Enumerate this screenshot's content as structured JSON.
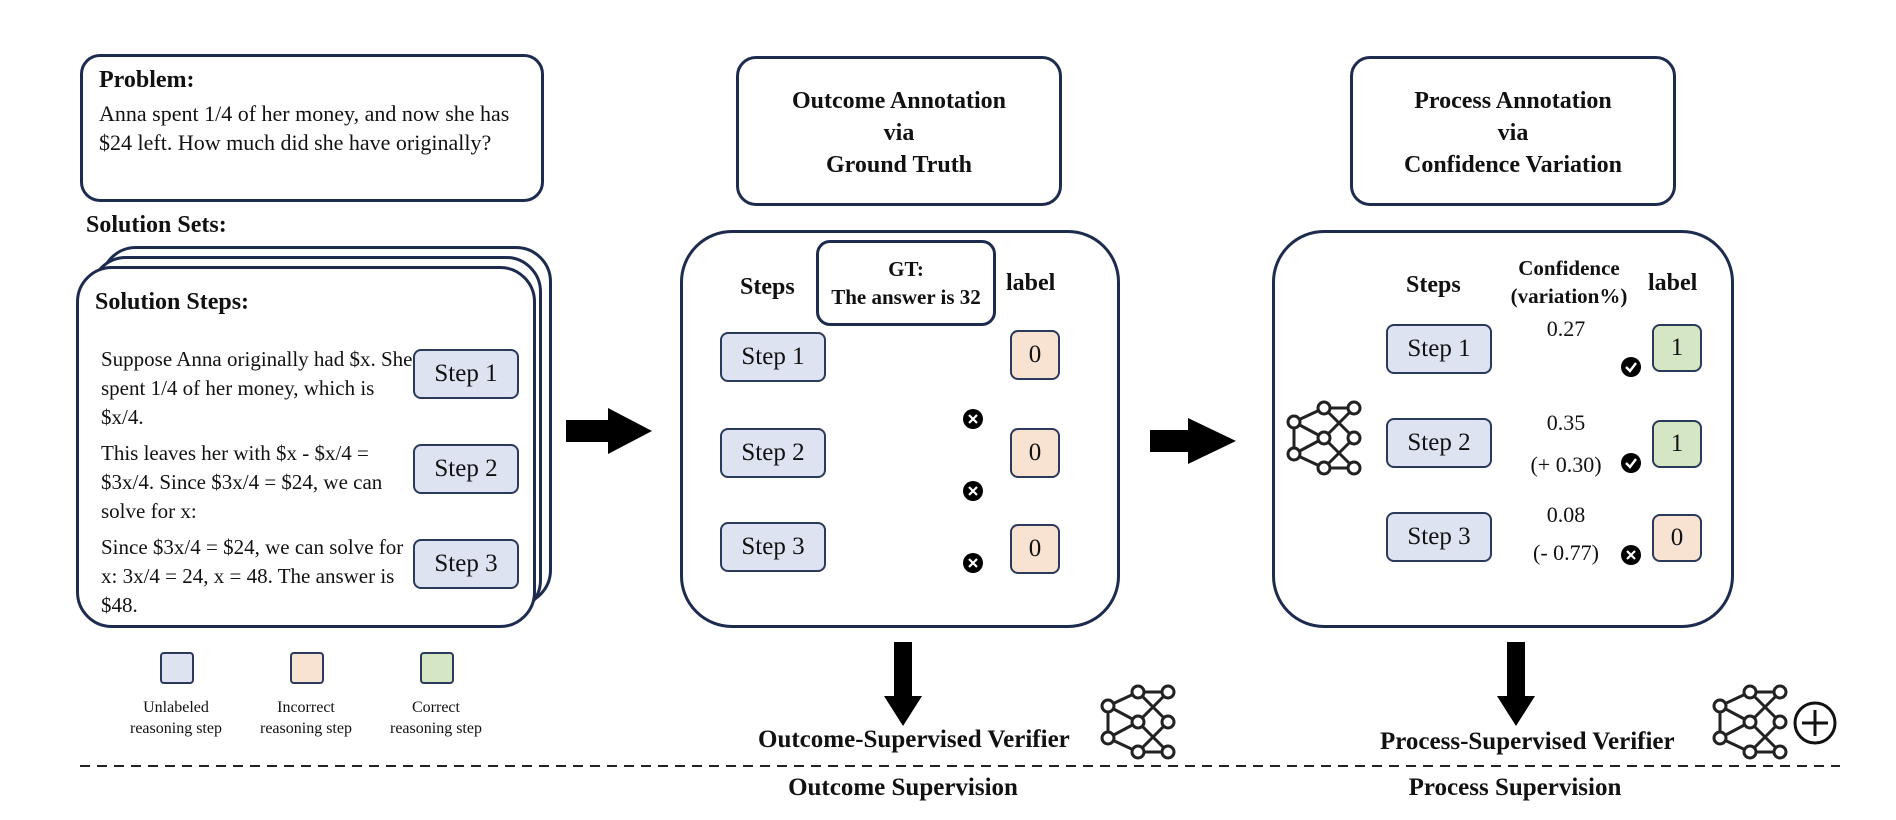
{
  "problem": {
    "title": "Problem:",
    "text": "Anna spent 1/4 of her money, and now she has $24 left. How much did she have originally?"
  },
  "solution_sets_label": "Solution Sets:",
  "solution_steps_title": "Solution Steps:",
  "solution_steps": [
    {
      "text": "Suppose Anna originally had $x. She spent 1/4 of her money, which is $x/4.",
      "step": "Step 1"
    },
    {
      "text": "This leaves her with $x - $x/4 = $3x/4. Since $3x/4 = $24, we can solve for x:",
      "step": "Step 2"
    },
    {
      "text": "Since $3x/4 = $24, we can solve for x: 3x/4 = 24, x = 48. The answer is $48.",
      "step": "Step 3"
    }
  ],
  "legend": [
    {
      "label": "Unlabeled reasoning step",
      "color": "#dde3f1"
    },
    {
      "label": "Incorrect reasoning step",
      "color": "#f8e3d3"
    },
    {
      "label": "Correct reasoning step",
      "color": "#d4e6c4"
    }
  ],
  "outcome": {
    "title_lines": [
      "Outcome Annotation",
      "via",
      "Ground Truth"
    ],
    "steps_header": "Steps",
    "label_header": "label",
    "gt_lines": [
      "GT:",
      "The answer is 32"
    ],
    "steps": [
      "Step 1",
      "Step 2",
      "Step 3"
    ],
    "labels": [
      "0",
      "0",
      "0"
    ],
    "verifier": "Outcome-Supervised Verifier",
    "supervision": "Outcome Supervision"
  },
  "process": {
    "title_lines": [
      "Process Annotation",
      "via",
      "Confidence Variation"
    ],
    "steps_header": "Steps",
    "confidence_header_lines": [
      "Confidence",
      "(variation%)"
    ],
    "label_header": "label",
    "steps": [
      "Step 1",
      "Step 2",
      "Step 3"
    ],
    "confidences": [
      "0.27",
      "0.35",
      "0.08"
    ],
    "variations": [
      "",
      "(+ 0.30)",
      "(- 0.77)"
    ],
    "labels": [
      "1",
      "1",
      "0"
    ],
    "verifier": "Process-Supervised Verifier",
    "supervision": "Process Supervision"
  },
  "icons": {
    "check": "check-circle-icon",
    "cross": "x-circle-icon",
    "network": "neural-network-icon",
    "plus": "plus-circle-icon"
  }
}
